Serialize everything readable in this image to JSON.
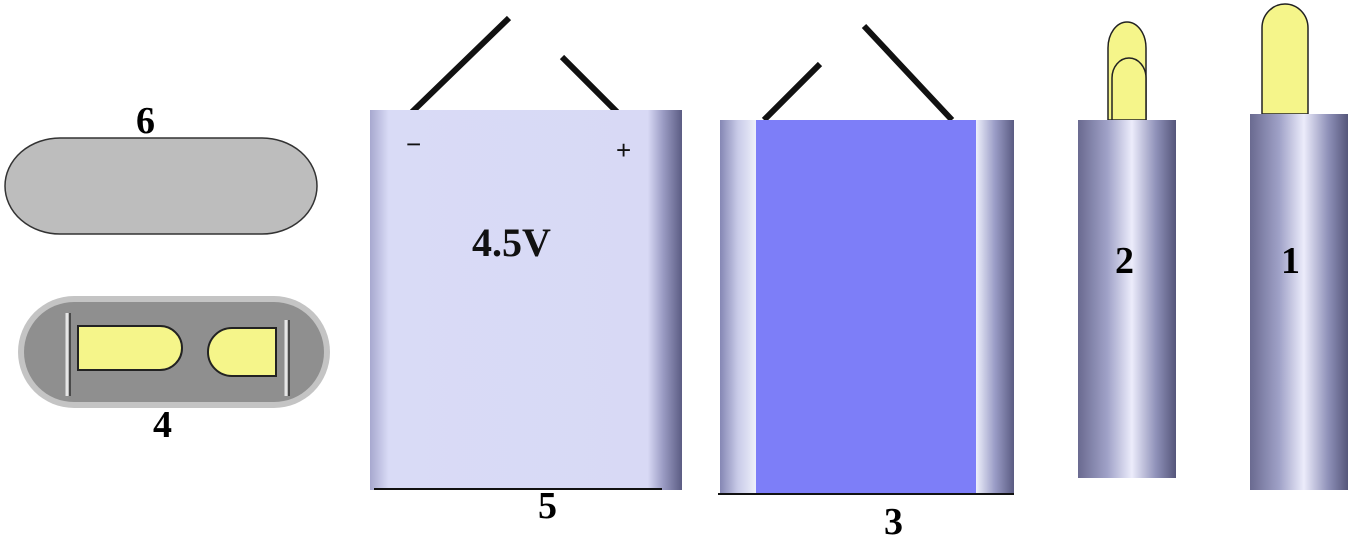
{
  "figure": {
    "labels": {
      "one": "1",
      "two": "2",
      "three": "3",
      "four": "4",
      "five": "5",
      "six": "6"
    },
    "voltage": "4.5V",
    "minus": "−",
    "plus": "+"
  },
  "colors": {
    "cell_body": "#8a8ab8",
    "terminal": "#f5f58a",
    "flat_face": "#d7d8f6",
    "inner_face": "#7d7ef8",
    "cap_gray": "#bdbdbd",
    "tray_gray": "#8f8f8f",
    "wire": "#111111"
  }
}
